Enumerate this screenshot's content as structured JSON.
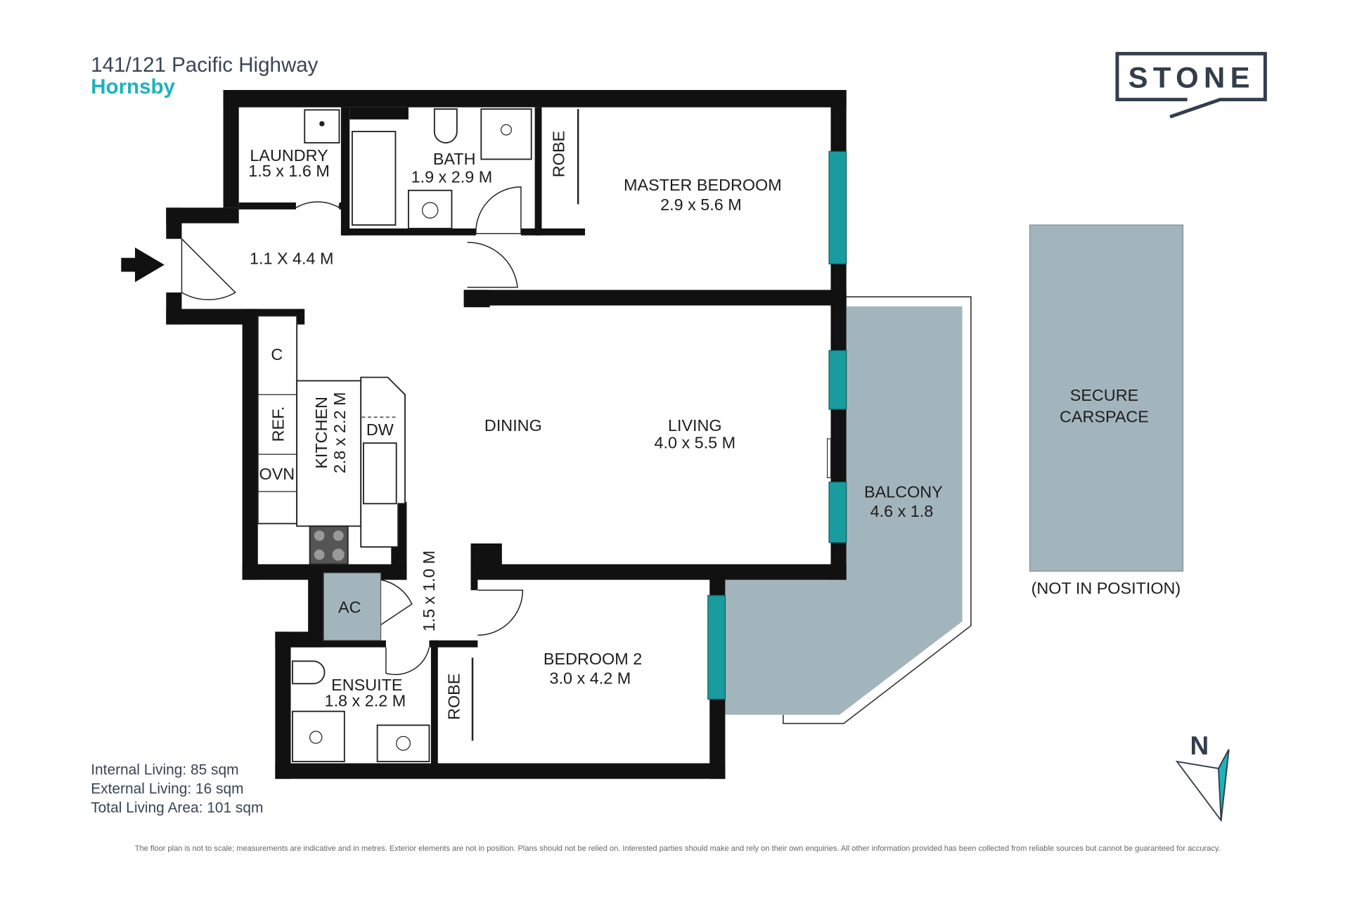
{
  "header": {
    "address": "141/121 Pacific Highway",
    "suburb": "Hornsby"
  },
  "brand": {
    "logo_text": "STONE"
  },
  "rooms": {
    "laundry": {
      "name": "LAUNDRY",
      "size": "1.5 x 1.6 M"
    },
    "bath": {
      "name": "BATH",
      "size": "1.9 x 2.9 M"
    },
    "robe_master": {
      "name": "ROBE"
    },
    "master_bedroom": {
      "name": "MASTER BEDROOM",
      "size": "2.9 x 5.6 M"
    },
    "hall": {
      "size": "1.1 X 4.4 M"
    },
    "cupboard": {
      "name": "C"
    },
    "fridge": {
      "name": "REF."
    },
    "oven": {
      "name": "OVN"
    },
    "kitchen": {
      "name": "KITCHEN",
      "size": "2.8 x 2.2 M"
    },
    "dishwasher": {
      "name": "DW"
    },
    "dining": {
      "name": "DINING"
    },
    "living": {
      "name": "LIVING",
      "size": "4.0 x 5.5 M"
    },
    "balcony": {
      "name": "BALCONY",
      "size": "4.6 x 1.8"
    },
    "carspace": {
      "name_line1": "SECURE",
      "name_line2": "CARSPACE",
      "note": "(NOT IN POSITION)"
    },
    "ac": {
      "name": "AC"
    },
    "hall2": {
      "size": "1.5 x 1.0 M"
    },
    "ensuite": {
      "name": "ENSUITE",
      "size": "1.8 x 2.2 M"
    },
    "robe_bed2": {
      "name": "ROBE"
    },
    "bedroom2": {
      "name": "BEDROOM 2",
      "size": "3.0 x 4.2 M"
    }
  },
  "areas": {
    "internal": "Internal Living: 85 sqm",
    "external": "External Living: 16 sqm",
    "total": "Total Living Area: 101 sqm"
  },
  "compass": {
    "label": "N"
  },
  "disclaimer": "The floor plan is not to scale; measurements are indicative and in metres. Exterior elements are not in position. Plans should not be relied on. Interested parties should make and rely on their own enquiries. All other information provided has been collected from reliable sources but cannot be guaranteed for accuracy.",
  "colors": {
    "accent": "#1cb3bd",
    "window": "#1a9c9f",
    "outdoor": "#a3b5bc",
    "brand": "#333d4b"
  }
}
